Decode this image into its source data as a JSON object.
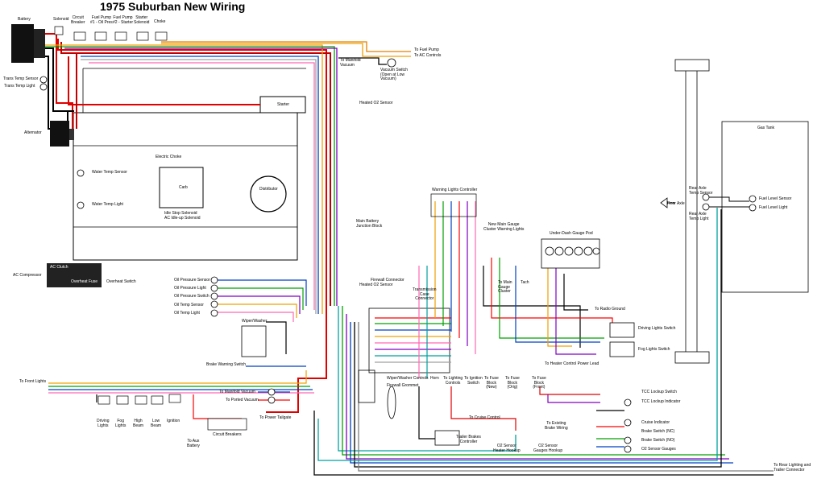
{
  "title": "1975 Suburban New Wiring",
  "labels": {
    "battery": "Battery",
    "solenoid": "Solenoid",
    "circuit_breaker": "Circuit\nBreaker",
    "fuel_pump_1": "Fuel Pump\n#1 - Oil Pres",
    "fuel_pump_2": "Fuel Pump\n#2 - Starter",
    "starter_solenoid": "Starter\nSolenoid",
    "choke": "Choke",
    "to_fuel_pump": "To Fuel Pump",
    "to_ac_controls": "To AC Controls",
    "to_manifold_vacuum_top": "To Manifold\nVacuum",
    "vacuum_switch": "Vacuum Switch\n(Open at Low\nVacuum)",
    "trans_temp_sensor": "Trans Temp Sensor",
    "trans_temp_light": "Trans Temp Light",
    "starter": "Starter",
    "heated_o2_sensor_top": "Heated O2 Sensor",
    "alternator": "Alternator",
    "electric_choke": "Electric Choke",
    "water_temp_sensor": "Water Temp Sensor",
    "carb": "Carb",
    "distributor": "Distributor",
    "water_temp_light": "Water Temp Light",
    "idle_stop_solenoid": "Idle Stop Solenoid",
    "ac_idle_up_solenoid": "AC Idle-up Solenoid",
    "main_battery_junction_block": "Main Battery\nJunction Block",
    "warning_lights_controller": "Warning Lights Controller",
    "new_main_gauge_cluster": "New Main Gauge\nCluster Warning Lights",
    "under_dash_gauge_pod": "Under-Dash Gauge Pod",
    "gas_tank": "Gas Tank",
    "rear_axle_temp_sensor": "Rear Axle\nTemp Sensor",
    "rear_axle": "Rear Axle",
    "rear_axle_temp_light": "Rear Axle\nTemp Light",
    "fuel_level_sensor": "Fuel Level Sensor",
    "fuel_level_light": "Fuel Level Light",
    "ac_clutch": "AC Clutch",
    "ac_compressor": "AC Compressor",
    "overheat_fuse": "Overheat Fuse",
    "overheat_switch": "Overheat Switch",
    "firewall_connector": "Firewall Connector",
    "heated_o2_sensor_mid": "Heated O2 Sensor",
    "transmission_case_connector": "Transmission\nCase\nConnector",
    "to_main_gauge_cluster": "To Main\nGauge\nCluster",
    "tach": "Tach",
    "oil_pressure_sensor": "Oil Pressure Sensor",
    "oil_pressure_light": "Oil Pressure Light",
    "oil_pressure_switch": "Oil Pressure Switch",
    "oil_temp_sensor": "Oil Temp Sensor",
    "oil_temp_light": "Oil Temp Light",
    "to_radio_ground": "To Radio Ground",
    "wiper_washer": "Wiper/Washer",
    "driving_lights_switch": "Driving Lights Switch",
    "fog_lights_switch": "Fog Lights Switch",
    "brake_warning_switch": "Brake Warning Switch",
    "to_heater_control_power_lead": "To Heater Control Power Lead",
    "wiper_washer_controls": "Wiper/Washer Controls",
    "horn": "Horn",
    "to_lighting_controls": "To Lighting\nControls",
    "to_ignition_switch": "To Ignition\nSwitch",
    "to_fuse_block_new": "To Fuse\nBlock\n(New)",
    "to_fuse_block_orig": "To Fuse\nBlock\n(Orig)",
    "to_fuse_block_front": "To Fuse\nBlock\n(Front)",
    "firewall_grommet": "Firewall Grommet",
    "to_front_lights": "To Front Lights",
    "to_manifold_vacuum": "To Manifold Vacuum",
    "to_ported_vacuum": "To Ported Vacuum",
    "tcc_lockup_switch": "TCC Lockup Switch",
    "tcc_lockup_indicator": "TCC Lockup Indicator",
    "to_cruise_control": "To Cruise Control",
    "to_power_tailgate": "To Power Tailgate",
    "cruise_indicator": "Cruise Indicator",
    "to_existing_brake_wiring": "To Existing\nBrake Wiring",
    "brake_switch_nc": "Brake Switch (NC)",
    "driving_lights": "Driving\nLights",
    "fog_lights": "Fog\nLights",
    "high_beam": "High\nBeam",
    "low_beam": "Low\nBeam",
    "ignition": "Ignition",
    "circuit_breakers": "Circuit Breakers",
    "trailer_brakes_controller": "Trailer Brakes\nController",
    "brake_switch_no": "Brake Switch (NO)",
    "o2_sensor_heater_hookup": "O2 Sensor\nHeater Hookup",
    "o2_sensor_gauges_hookup": "O2 Sensor\nGauges Hookup",
    "o2_sensor_gauges": "O2 Sensor Gauges",
    "to_aux_battery": "To Aux\nBattery",
    "to_rear_lighting": "To Rear Lighting and\nTrailer Connector"
  }
}
